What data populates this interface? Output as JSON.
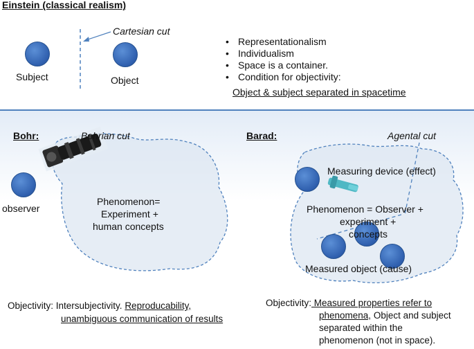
{
  "einstein": {
    "title": "Einstein  (classical realism)",
    "cut_label": "Cartesian cut",
    "subject_label": "Subject",
    "object_label": "Object",
    "bullets": [
      "Representationalism",
      "Individualism",
      "Space is a container.",
      "Condition for objectivity:"
    ],
    "objectivity_detail": "Object & subject separated in spacetime"
  },
  "bohr": {
    "title": "Bohr:",
    "cut_label": "Bohrian cut",
    "observer_label": "observer",
    "phenomenon_line1": "Phenomenon=",
    "phenomenon_line2": "Experiment +",
    "phenomenon_line3": "human concepts",
    "objectivity_prefix": "Objectivity:  Intersubjectivity. ",
    "objectivity_u1": "Reproducability,",
    "objectivity_u2": "unambiguous communication of results"
  },
  "barad": {
    "title": "Barad:",
    "cut_label": "Agental cut",
    "device_label": "Measuring device (effect)",
    "phenomenon_line1": "Phenomenon = Observer +",
    "phenomenon_line2": "experiment +",
    "phenomenon_line3": "concepts",
    "object_label": "Measured object (cause)",
    "objectivity_prefix": "Objectivity:",
    "objectivity_u": " Measured properties refer to",
    "objectivity_line2_u": "phenomena,",
    "objectivity_line2_rest": " Object and subject",
    "objectivity_line3": "separated within the",
    "objectivity_line4": "phenomenon (not in space)."
  },
  "colors": {
    "dot_blue": "#2f5fae",
    "dashed_line": "#4f81bd",
    "cloud_fill": "#dbe6f1"
  }
}
